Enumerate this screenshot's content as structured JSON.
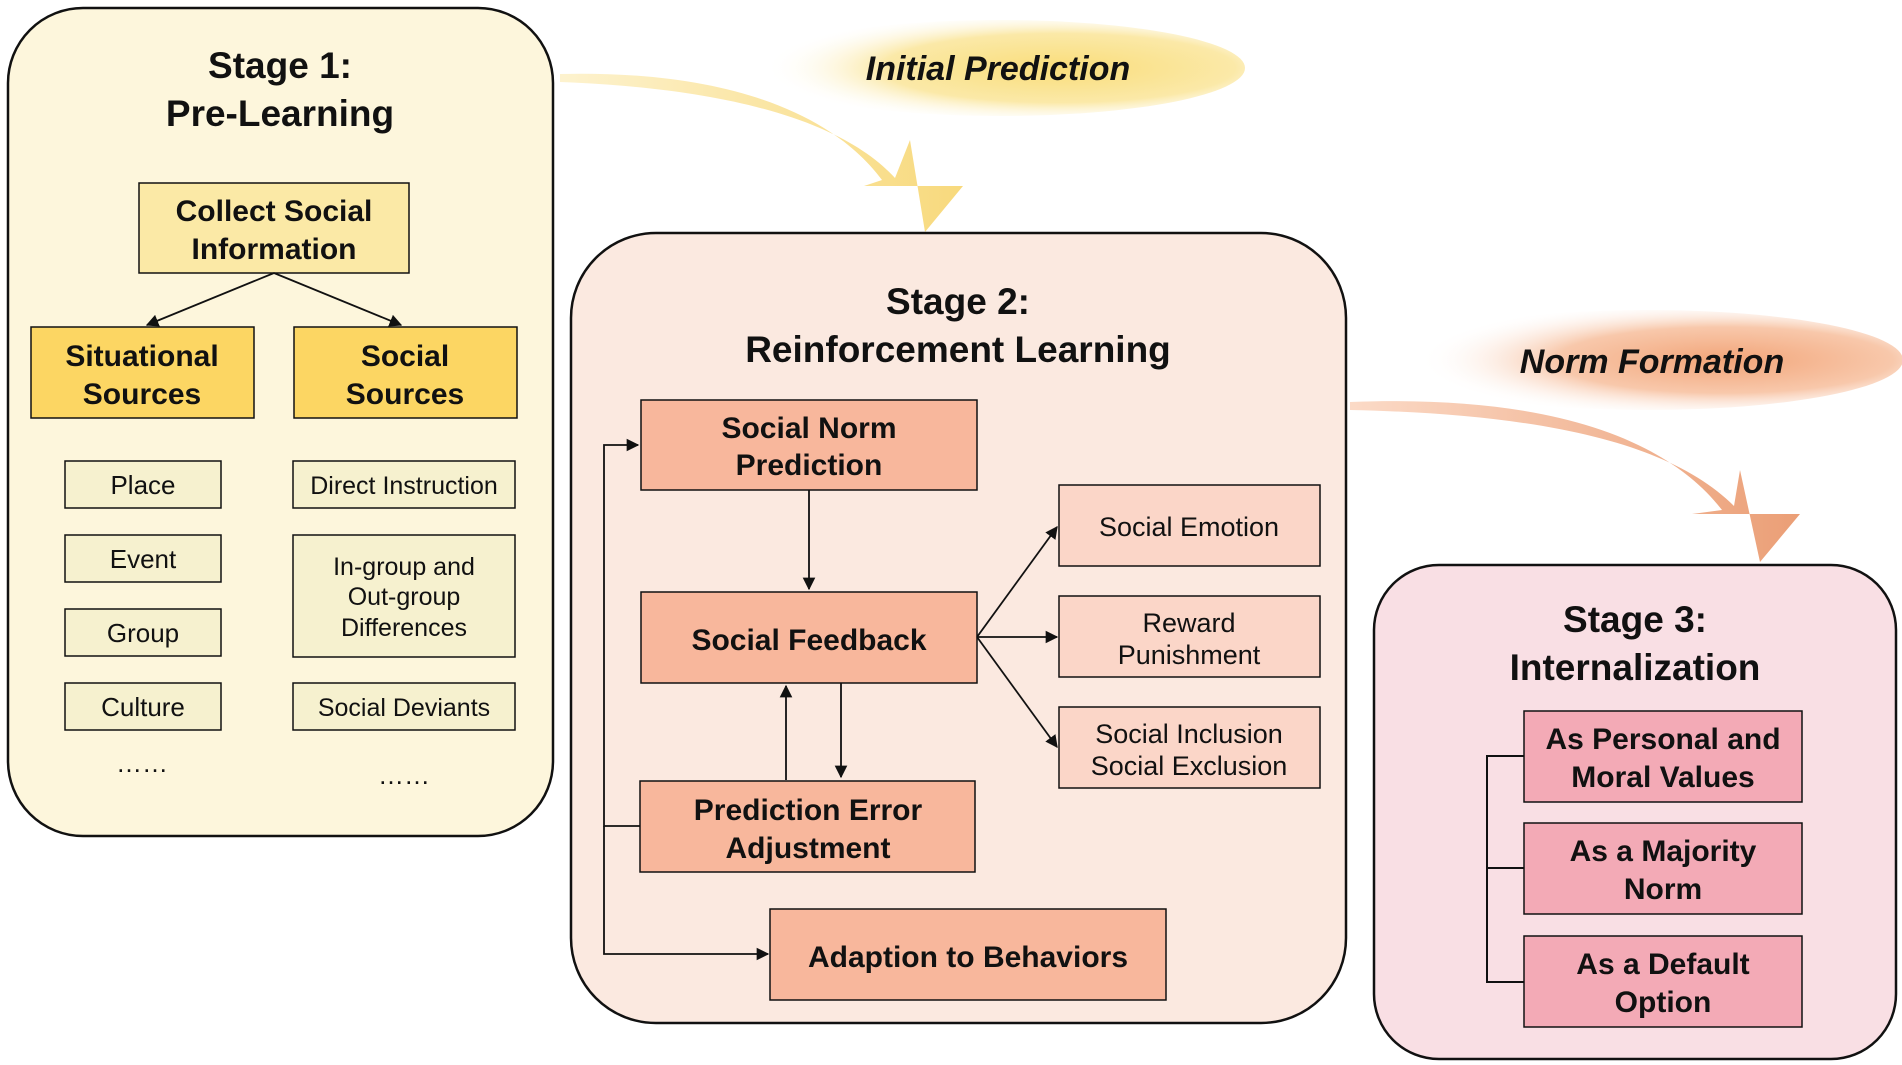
{
  "stage1": {
    "title_line1": "Stage 1:",
    "title_line2": "Pre-Learning",
    "collect": [
      "Collect Social",
      "Information"
    ],
    "situational": [
      "Situational",
      "Sources"
    ],
    "social": [
      "Social",
      "Sources"
    ],
    "situational_items": [
      "Place",
      "Event",
      "Group",
      "Culture",
      "……"
    ],
    "social_items": {
      "direct": "Direct Instruction",
      "ingroup": [
        "In-group and",
        "Out-group",
        "Differences"
      ],
      "deviants": "Social Deviants",
      "more": "……"
    }
  },
  "arrow1_label": "Initial Prediction",
  "stage2": {
    "title_line1": "Stage 2:",
    "title_line2": "Reinforcement Learning",
    "prediction": [
      "Social Norm",
      "Prediction"
    ],
    "feedback": "Social Feedback",
    "error": [
      "Prediction Error",
      "Adjustment"
    ],
    "adaption": "Adaption to Behaviors",
    "emotion": "Social Emotion",
    "reward": [
      "Reward",
      "Punishment"
    ],
    "inclusion": [
      "Social Inclusion",
      "Social Exclusion"
    ]
  },
  "arrow2_label": "Norm Formation",
  "stage3": {
    "title_line1": "Stage 3:",
    "title_line2": "Internalization",
    "items": [
      [
        "As Personal and",
        "Moral Values"
      ],
      [
        "As a Majority",
        "Norm"
      ],
      [
        "As a Default",
        "Option"
      ]
    ]
  },
  "colors": {
    "stage1_bg": "#fdf6dc",
    "stage2_bg": "#fbe9e0",
    "stage3_bg": "#f9dfe4",
    "yellow_box": "#fcd663",
    "light_yellow_box": "#fbe9a6",
    "pale_yellow_item": "#f6f1cf",
    "salmon_box": "#f8b79c",
    "light_salmon_box": "#fbd6c8",
    "pink_box": "#f3aab6"
  }
}
